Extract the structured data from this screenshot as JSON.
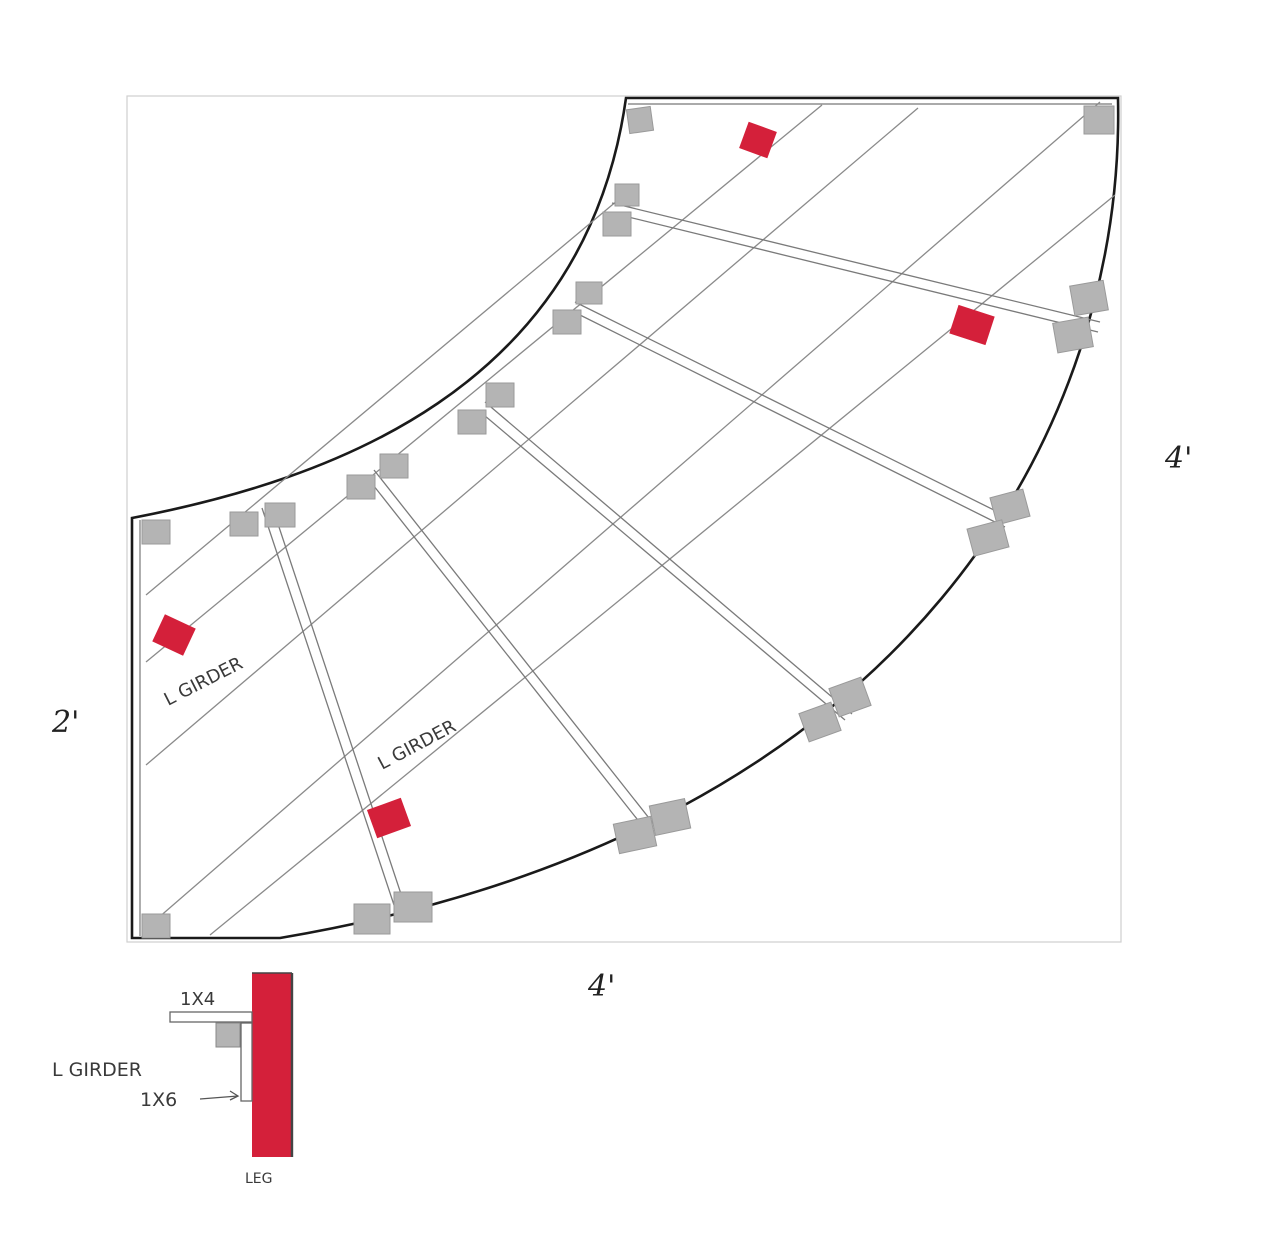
{
  "dimensions": {
    "left_side": "2'",
    "right_side": "4'",
    "bottom_side": "4'"
  },
  "labels": {
    "girder_1": "L GIRDER",
    "girder_2": "L GIRDER"
  },
  "detail": {
    "top_board": "1X4",
    "girder_label": "L GIRDER",
    "girder_board": "1X6",
    "leg": "LEG"
  },
  "colors": {
    "leg": "#d4203a",
    "block": "#b0b0b0",
    "outline": "#1a1a1a",
    "pencil": "#8a8a8a"
  }
}
